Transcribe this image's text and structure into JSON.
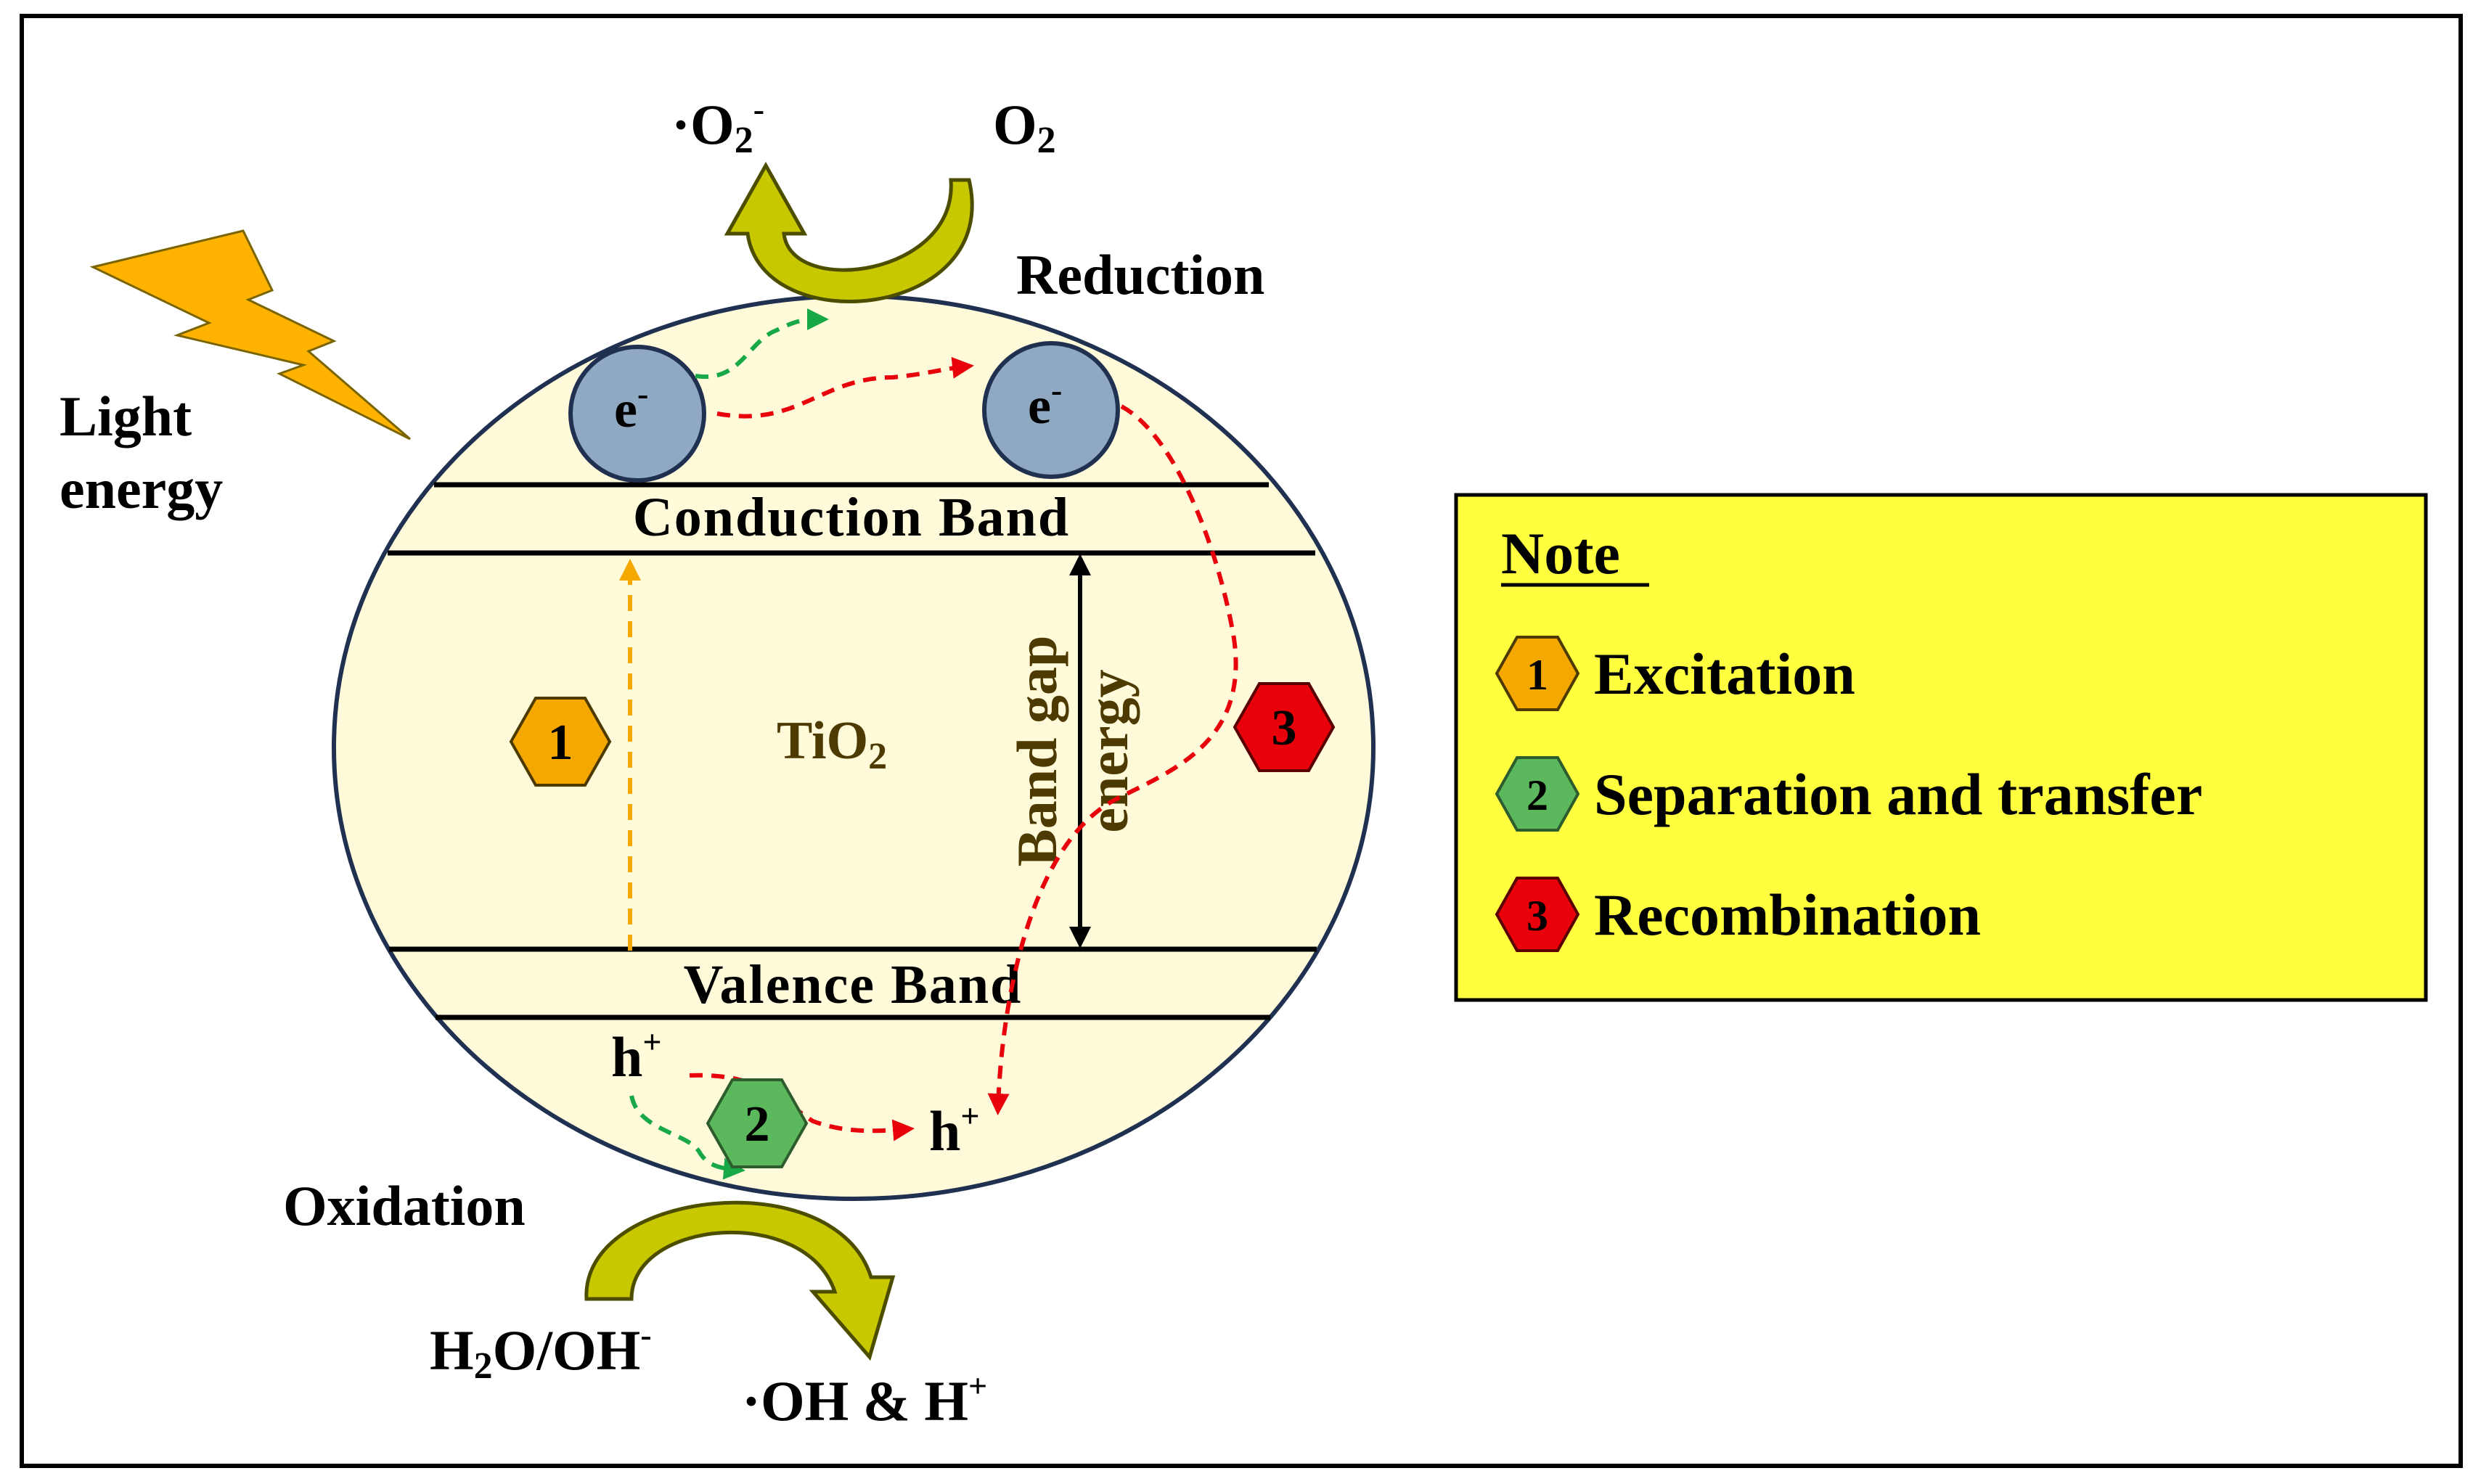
{
  "diagram": {
    "light": {
      "line1": "Light",
      "line2": "energy"
    },
    "superoxide": {
      "dot": "·",
      "main": "O",
      "sub": "2",
      "sup": "-"
    },
    "oxygen": {
      "main": "O",
      "sub": "2"
    },
    "reduction_label": "Reduction",
    "electron_label": "e",
    "electron_charge": "-",
    "conduction_band": "Conduction Band",
    "valence_band": "Valence Band",
    "material": {
      "main": "TiO",
      "sub": "2"
    },
    "band_gap": {
      "line1": "Band gap",
      "line2": "energy"
    },
    "hole_label": "h",
    "hole_charge": "+",
    "oxidation_label": "Oxidation",
    "water": {
      "h": "H",
      "sub": "2",
      "rest": "O/OH",
      "sup": "-"
    },
    "hydroxyl": {
      "dot": "·",
      "main": "OH & H",
      "sup": "+"
    },
    "step_markers": [
      "1",
      "2",
      "3"
    ]
  },
  "note": {
    "title": "Note",
    "items": [
      {
        "num": "1",
        "label": "Excitation",
        "color": "#F5A800"
      },
      {
        "num": "2",
        "label": "Separation and transfer",
        "color": "#5CB85C"
      },
      {
        "num": "3",
        "label": "Recombination",
        "color": "#E8000B"
      }
    ]
  },
  "colors": {
    "sphere_fill": "#FFFAD9",
    "electron_fill": "#8EA9C1",
    "note_bg": "#FFFF40",
    "bolt": "#FFB300",
    "reaction_arrow": "#C8C800",
    "excitation_arrow": "#F5A800",
    "transfer_arrow": "#18A848",
    "recombination_arrow": "#E8000B"
  }
}
